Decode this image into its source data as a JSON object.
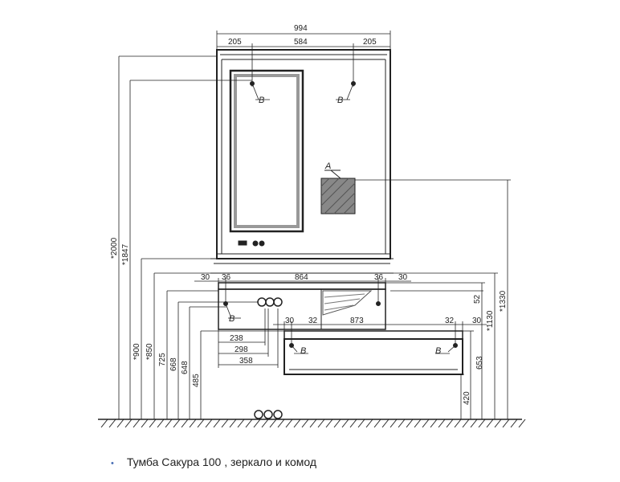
{
  "drawing": {
    "top_width": "994",
    "mirror_segments": [
      "205",
      "584",
      "205"
    ],
    "cabinet_segments": [
      "30",
      "36",
      "864",
      "36",
      "30"
    ],
    "drawer_segments": [
      "30",
      "32",
      "873",
      "32",
      "30"
    ],
    "horizontal_dims": [
      "238",
      "298",
      "358"
    ],
    "left_heights": [
      "*2000",
      "*1847",
      "*900",
      "*850",
      "725",
      "668",
      "648",
      "485"
    ],
    "right_heights": [
      "52",
      "*1130",
      "*1330",
      "653",
      "420"
    ],
    "callout_b": "B",
    "callout_a": "A"
  },
  "caption": {
    "bullet": "•",
    "text": "Тумба Сакура 100 , зеркало и комод"
  }
}
